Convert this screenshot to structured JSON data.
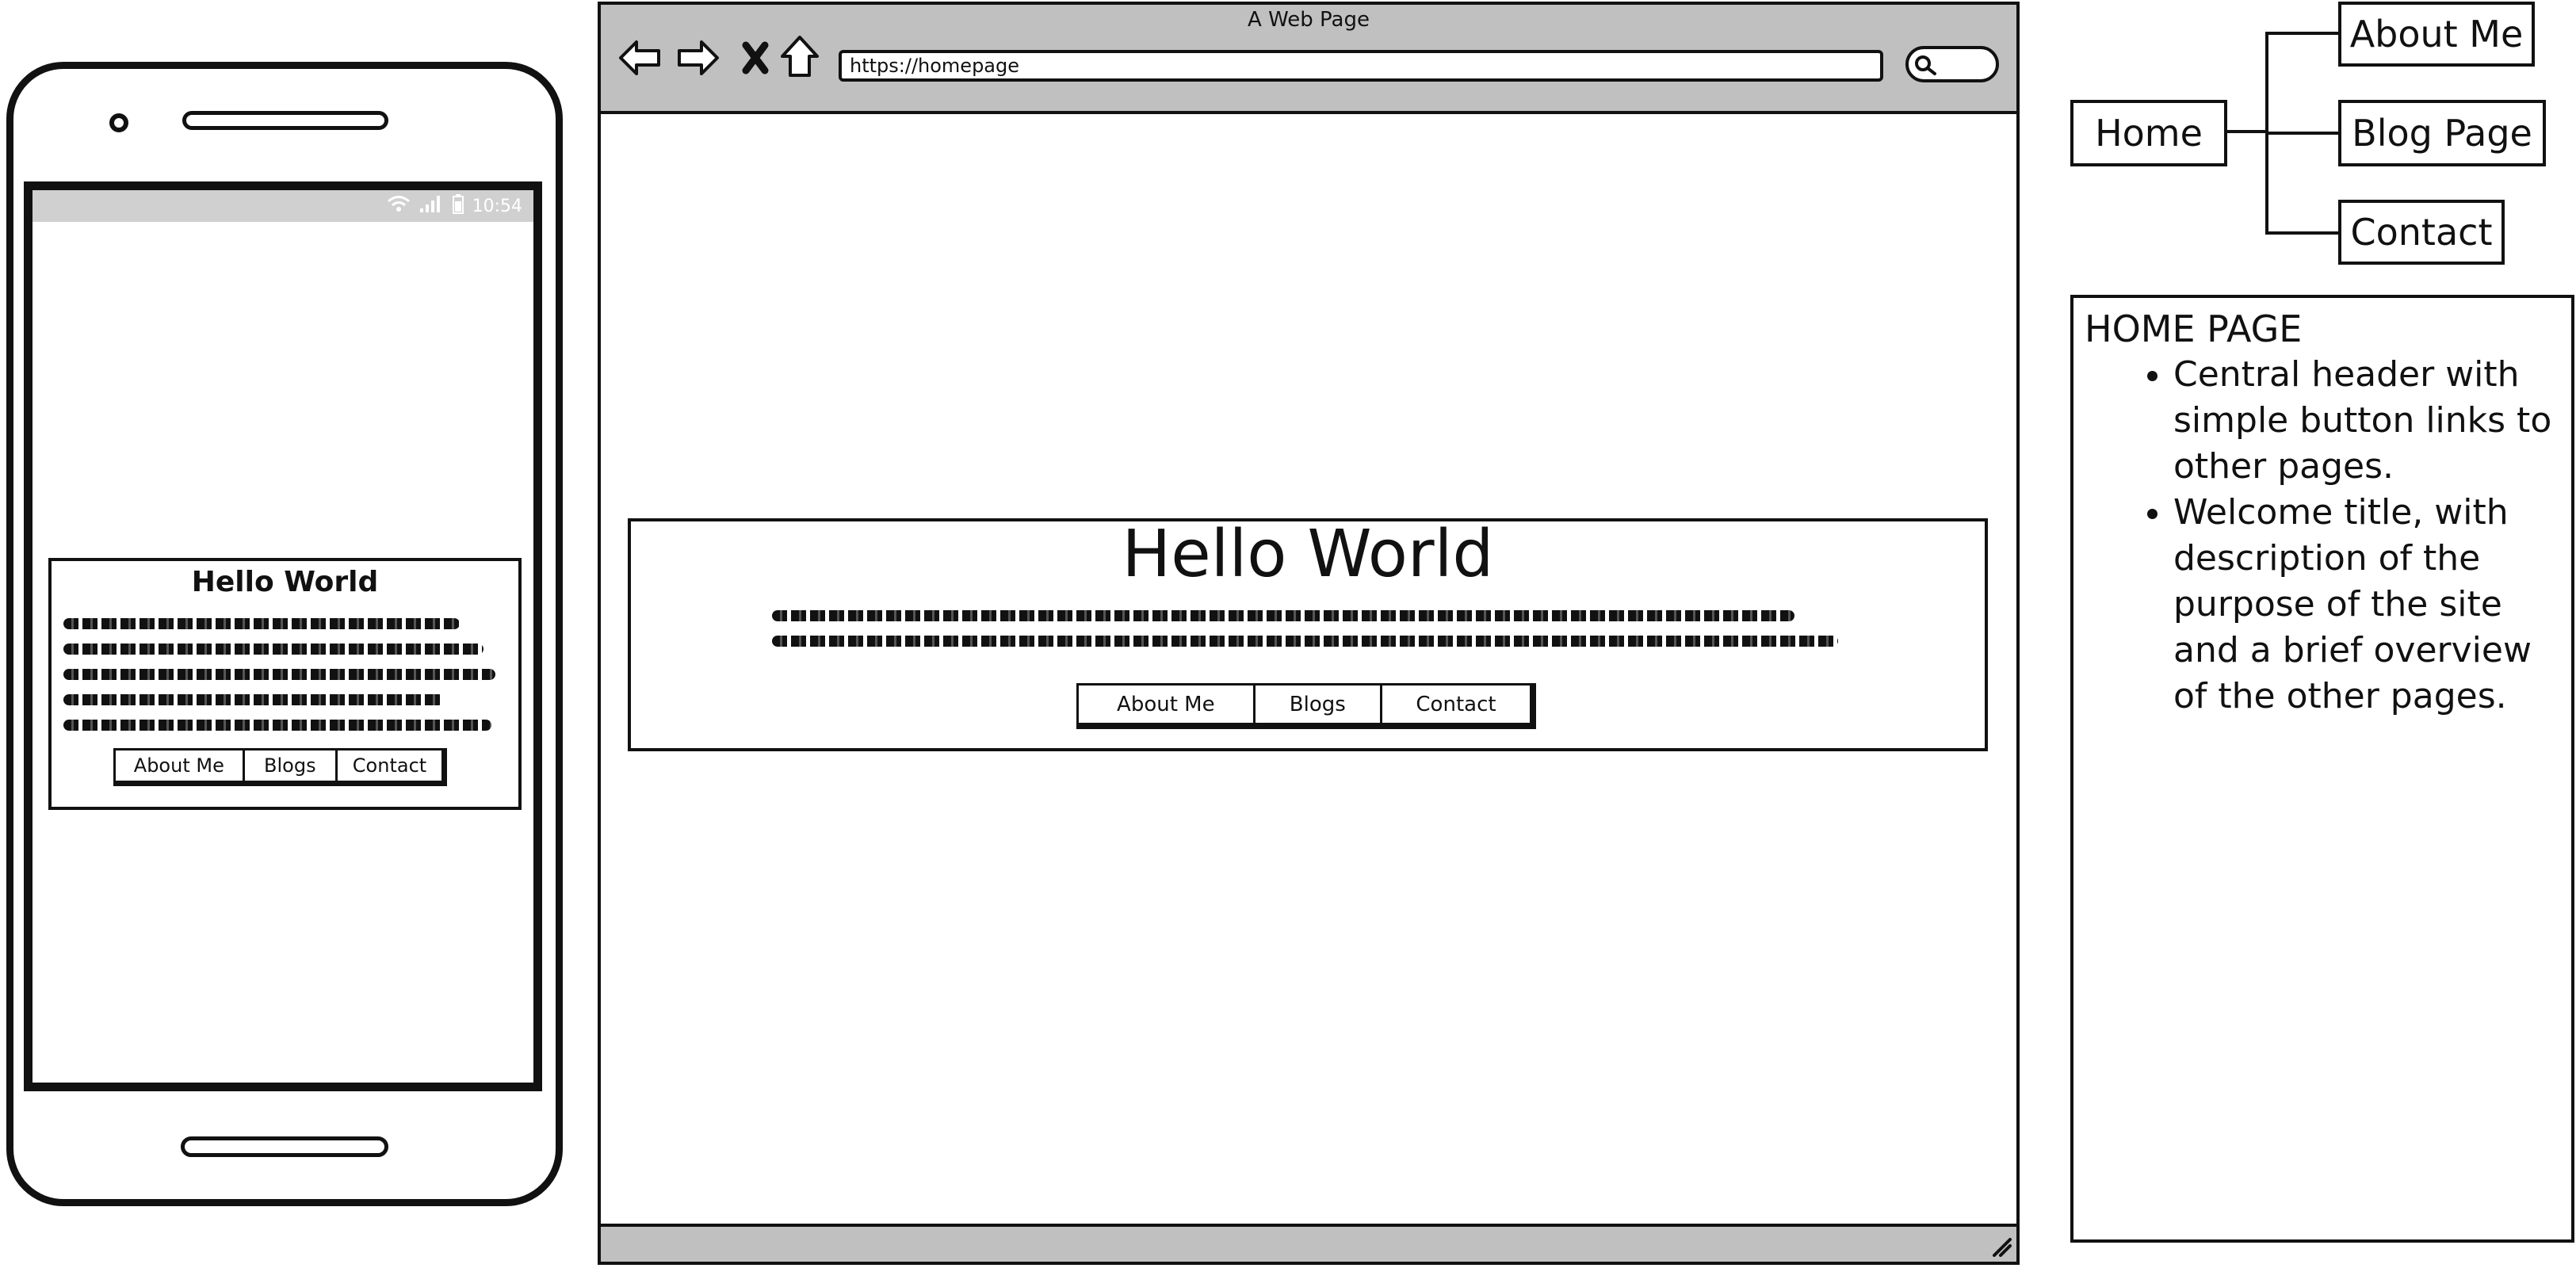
{
  "phone": {
    "status_time": "10:54",
    "card": {
      "title": "Hello World",
      "buttons": [
        {
          "label": "About Me"
        },
        {
          "label": "Blogs"
        },
        {
          "label": "Contact"
        }
      ]
    }
  },
  "browser": {
    "title": "A Web Page",
    "url": "https://homepage",
    "hero": {
      "title": "Hello World",
      "buttons": [
        {
          "label": "About Me"
        },
        {
          "label": "Blogs"
        },
        {
          "label": "Contact"
        }
      ]
    }
  },
  "sitemap": {
    "root": "Home",
    "children": [
      "About Me",
      "Blog Page",
      "Contact"
    ]
  },
  "notes": {
    "heading": "HOME PAGE",
    "items": [
      "Central header with simple button links to other pages.",
      "Welcome title, with description of the purpose of the site and a brief overview of the other pages."
    ]
  }
}
